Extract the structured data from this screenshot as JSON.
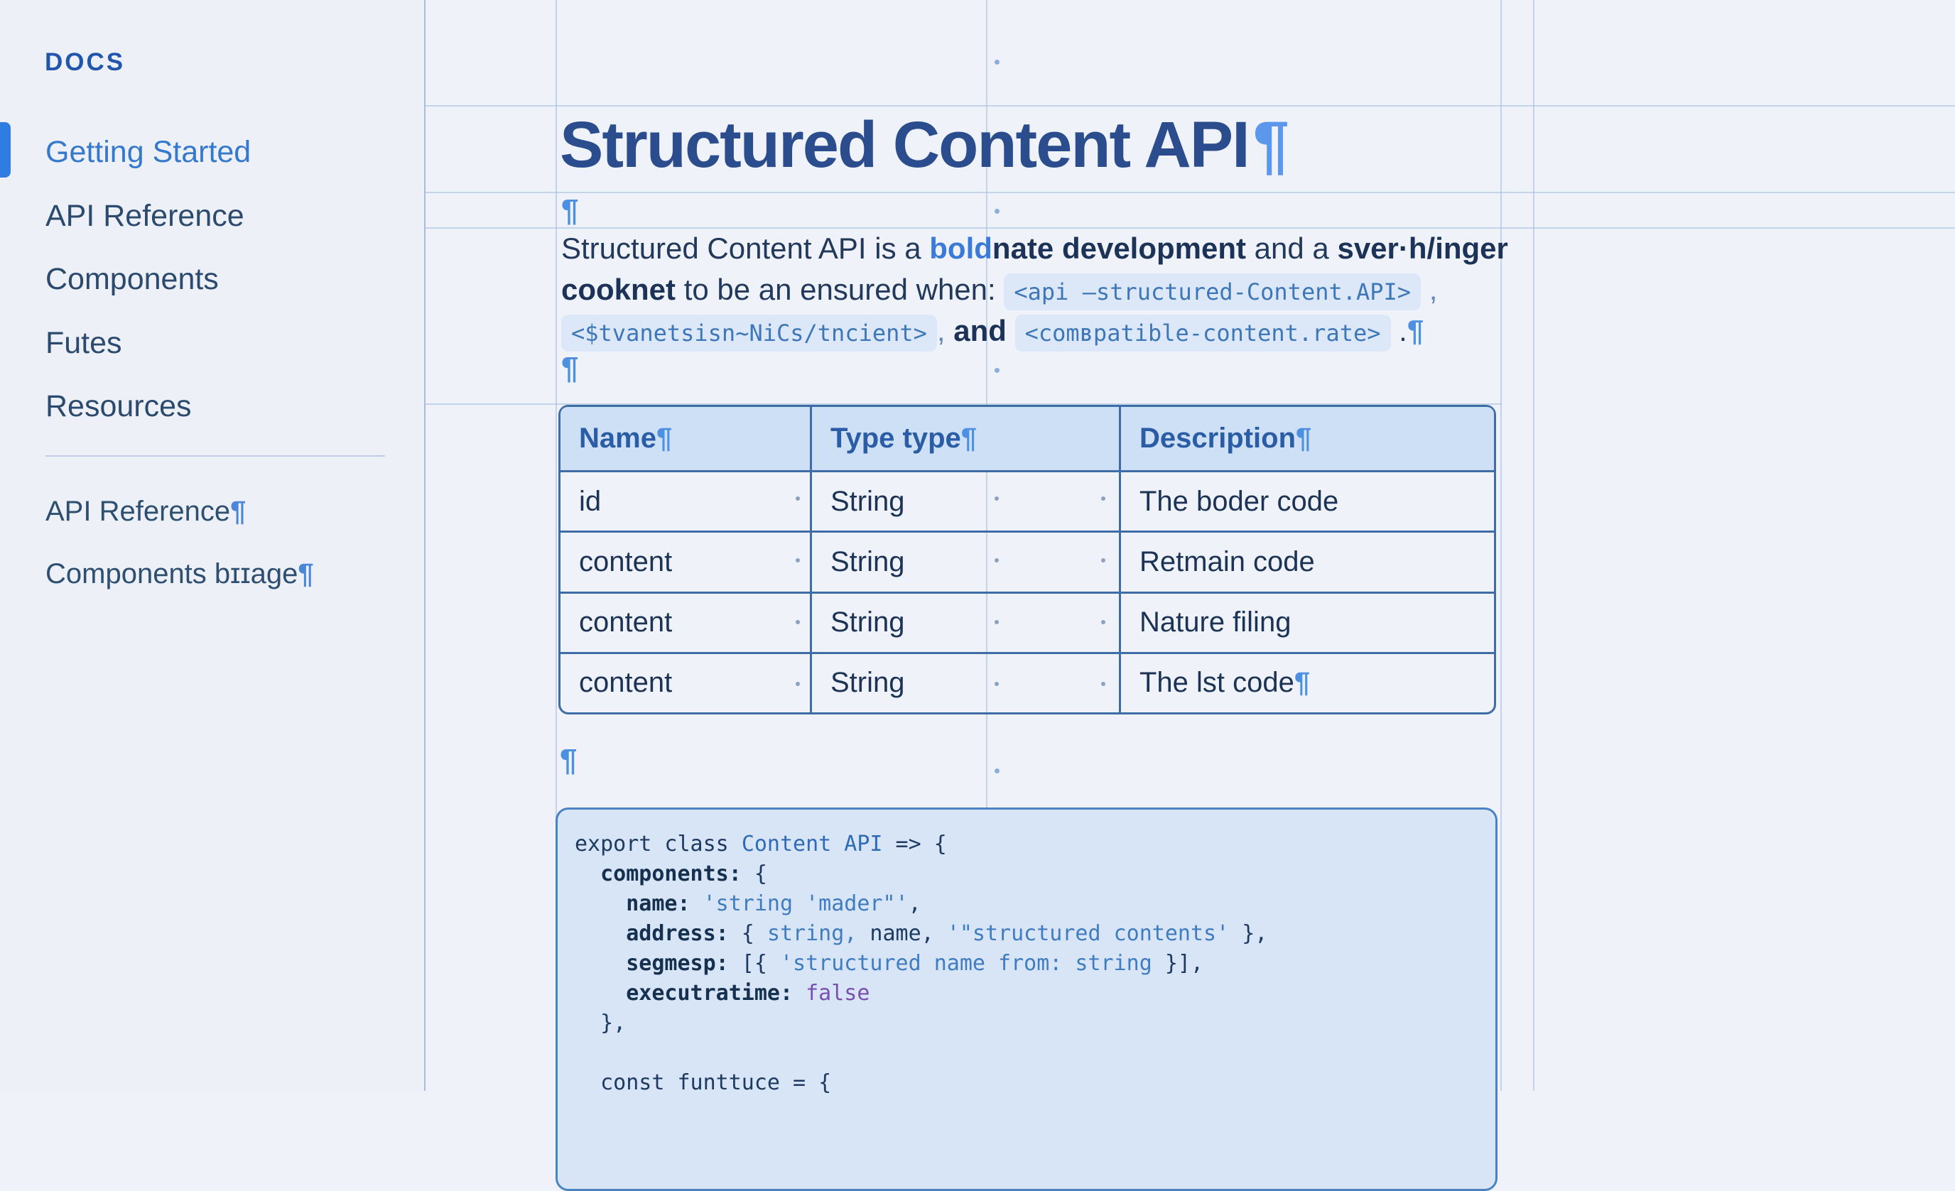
{
  "sidebar": {
    "title": "DOCS",
    "items": [
      {
        "label": "Getting Started",
        "active": true
      },
      {
        "label": "API Reference",
        "active": false
      },
      {
        "label": "Components",
        "active": false
      },
      {
        "label": "Futes",
        "active": false
      },
      {
        "label": "Resources",
        "active": false
      }
    ],
    "links": [
      {
        "label": "API Reference",
        "pilcrow": "¶"
      },
      {
        "label": "Components bɪɪage",
        "pilcrow": "¶"
      }
    ]
  },
  "main": {
    "title": {
      "text": "Structured Content API",
      "pilcrow": "¶"
    },
    "marks": {
      "pilcrow_under_title": "¶",
      "pilcrow_after_paragraph": "¶",
      "pilcrow_after_table": "¶"
    },
    "paragraph": {
      "line1": [
        {
          "t": "Structured Content API is a ",
          "s": "body"
        },
        {
          "t": "bold",
          "s": "bold-blue"
        },
        {
          "t": "nate development",
          "s": "bold"
        },
        {
          "t": " and a ",
          "s": "body"
        },
        {
          "t": "sver·h/inger",
          "s": "bold"
        }
      ],
      "line2": [
        {
          "t": "cooknet",
          "s": "bold"
        },
        {
          "t": " to be an ensured when: ",
          "s": "body"
        },
        {
          "t": "<api –structured-Content.API>",
          "s": "code"
        },
        {
          "t": " ,",
          "s": "muted"
        }
      ],
      "line3": [
        {
          "t": "<$tvanetsisn~NiCs/tncient>",
          "s": "code"
        },
        {
          "t": ", ",
          "s": "muted"
        },
        {
          "t": "and",
          "s": "bold"
        },
        {
          "t": " ",
          "s": "body"
        },
        {
          "t": "<comʙpatible-content.rate>",
          "s": "code"
        },
        {
          "t": " .",
          "s": "body"
        },
        {
          "t": "¶",
          "s": "pilcrow"
        }
      ]
    },
    "table": {
      "headers": [
        {
          "label": "Name",
          "pilcrow": "¶"
        },
        {
          "label": "Type type",
          "pilcrow": "¶"
        },
        {
          "label": "Description",
          "pilcrow": "¶"
        }
      ],
      "rows": [
        {
          "name": "id",
          "type": "String",
          "description": "The boder code",
          "desc_pilcrow": ""
        },
        {
          "name": "content",
          "type": "String",
          "description": "Retmain code",
          "desc_pilcrow": ""
        },
        {
          "name": "content",
          "type": "String",
          "description": "Nature filing",
          "desc_pilcrow": ""
        },
        {
          "name": "content",
          "type": "String",
          "description": "The lst code",
          "desc_pilcrow": "¶"
        }
      ]
    },
    "code_block": {
      "lines": [
        [
          {
            "t": "export class ",
            "c": "d"
          },
          {
            "t": "Content API",
            "c": "b"
          },
          {
            "t": " => {",
            "c": "d"
          }
        ],
        [
          {
            "t": "  ",
            "c": "d"
          },
          {
            "t": "components:",
            "c": "k"
          },
          {
            "t": " {",
            "c": "d"
          }
        ],
        [
          {
            "t": "    ",
            "c": "d"
          },
          {
            "t": "name:",
            "c": "k"
          },
          {
            "t": " ",
            "c": "d"
          },
          {
            "t": "'string 'mader\"'",
            "c": "s"
          },
          {
            "t": ",",
            "c": "d"
          }
        ],
        [
          {
            "t": "    ",
            "c": "d"
          },
          {
            "t": "address:",
            "c": "k"
          },
          {
            "t": " { ",
            "c": "d"
          },
          {
            "t": "string,",
            "c": "s"
          },
          {
            "t": " name, ",
            "c": "d"
          },
          {
            "t": "'\"structured contents'",
            "c": "s"
          },
          {
            "t": " },",
            "c": "d"
          }
        ],
        [
          {
            "t": "    ",
            "c": "d"
          },
          {
            "t": "segmesp:",
            "c": "k"
          },
          {
            "t": " [{ ",
            "c": "d"
          },
          {
            "t": "'structured name from:",
            "c": "s"
          },
          {
            "t": " ",
            "c": "d"
          },
          {
            "t": "string",
            "c": "s"
          },
          {
            "t": " }],",
            "c": "d"
          }
        ],
        [
          {
            "t": "    ",
            "c": "d"
          },
          {
            "t": "executratime:",
            "c": "k"
          },
          {
            "t": " ",
            "c": "d"
          },
          {
            "t": "false",
            "c": "f"
          }
        ],
        [
          {
            "t": "  },",
            "c": "d"
          }
        ],
        [],
        [
          {
            "t": "  const funttuce = {",
            "c": "d"
          }
        ]
      ]
    }
  }
}
